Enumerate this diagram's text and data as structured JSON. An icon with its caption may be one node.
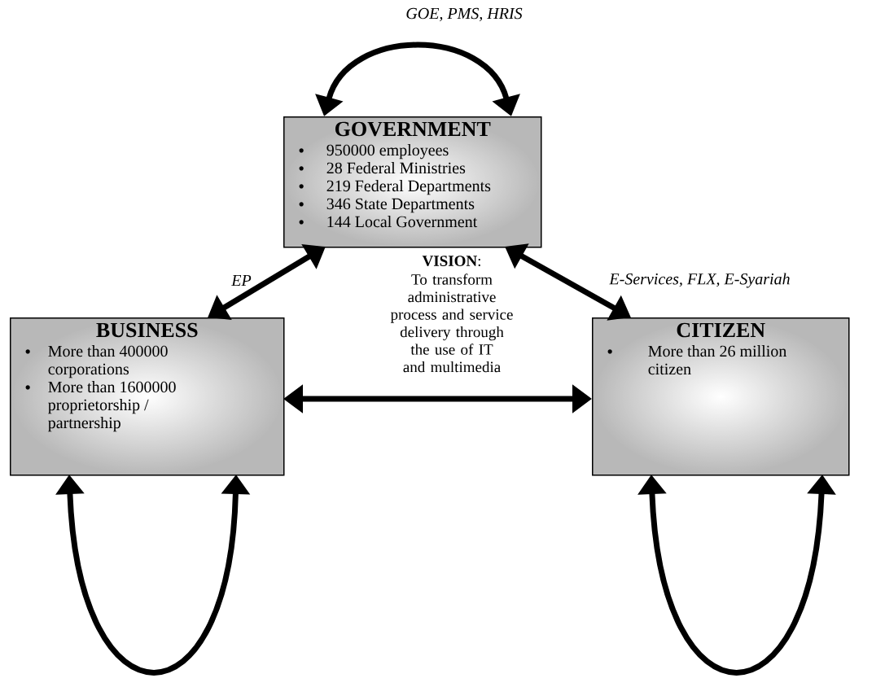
{
  "diagram": {
    "nodes": [
      {
        "text": [
          "GOVERNMENT",
          "950000 employees",
          "28 Federal Ministries",
          "219 Federal Departments",
          "346 State Departments",
          "144 Local Government"
        ]
      },
      {
        "text": [
          "BUSINESS",
          "More than 400000 corporations",
          "More than 1600000 proprietorship / partnership"
        ]
      },
      {
        "text": [
          "CITIZEN",
          "More than 26 million citizen"
        ]
      }
    ],
    "edges": [
      {
        "from": 0,
        "to": 0,
        "arrow": "both",
        "label": "GOE, PMS, HRIS"
      },
      {
        "from": 0,
        "to": 1,
        "arrow": "both",
        "label": "EP"
      },
      {
        "from": 0,
        "to": 2,
        "arrow": "both",
        "label": "E-Services, FLX, E-Syariah"
      },
      {
        "from": 1,
        "to": 2,
        "arrow": "both"
      },
      {
        "from": 1,
        "to": 1,
        "arrow": "both"
      },
      {
        "from": 2,
        "to": 2,
        "arrow": "both"
      }
    ],
    "labels": [
      "**VISION**:",
      "To transform administrative process and service delivery through the use of IT and multimedia"
    ]
  }
}
